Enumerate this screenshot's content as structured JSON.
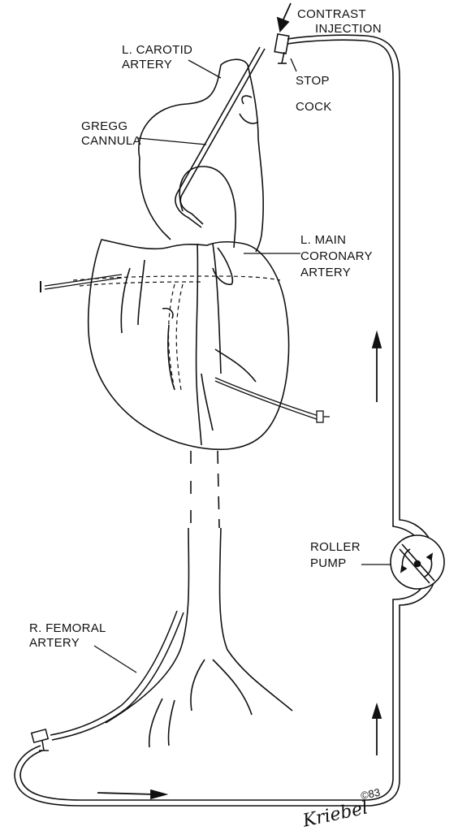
{
  "labels": {
    "contrast_1": "CONTRAST",
    "contrast_2": "INJECTION",
    "carotid_1": "L. CAROTID",
    "carotid_2": "ARTERY",
    "stopcock_1": "STOP",
    "stopcock_2": "COCK",
    "gregg_1": "GREGG",
    "gregg_2": "CANNULA",
    "lmain_1": "L. MAIN",
    "lmain_2": "CORONARY",
    "lmain_3": "ARTERY",
    "roller_1": "ROLLER",
    "roller_2": "PUMP",
    "femoral_1": "R. FEMORAL",
    "femoral_2": "ARTERY"
  },
  "signature": {
    "name": "Kriebel",
    "mark": "©83"
  },
  "colors": {
    "ink": "#111111",
    "paper": "#ffffff"
  }
}
